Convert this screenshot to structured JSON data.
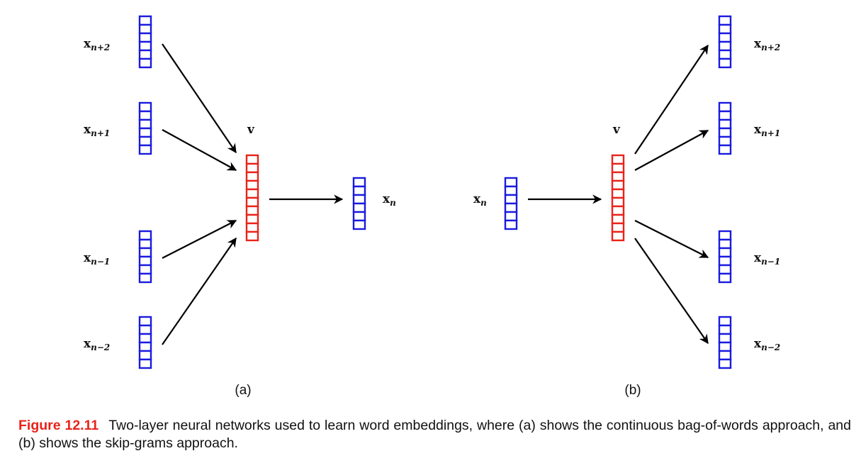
{
  "diagram": {
    "panel_a": {
      "label": "(a)",
      "inputs": [
        {
          "base": "x",
          "sub": "n+2"
        },
        {
          "base": "x",
          "sub": "n+1"
        },
        {
          "base": "x",
          "sub": "n−1"
        },
        {
          "base": "x",
          "sub": "n−2"
        }
      ],
      "hidden": {
        "label": "v"
      },
      "output": {
        "base": "x",
        "sub": "n"
      }
    },
    "panel_b": {
      "label": "(b)",
      "input": {
        "base": "x",
        "sub": "n"
      },
      "hidden": {
        "label": "v"
      },
      "outputs": [
        {
          "base": "x",
          "sub": "n+2"
        },
        {
          "base": "x",
          "sub": "n+1"
        },
        {
          "base": "x",
          "sub": "n−1"
        },
        {
          "base": "x",
          "sub": "n−2"
        }
      ]
    },
    "colors": {
      "word_vector": "#1a1adf",
      "hidden_vector": "#e8231a",
      "arrow": "#000000",
      "caption_label": "#e8231a"
    }
  },
  "caption": {
    "label": "Figure 12.11",
    "text": "Two-layer neural networks used to learn word embeddings, where (a) shows the continuous bag-of-words approach, and (b) shows the skip-grams approach."
  }
}
